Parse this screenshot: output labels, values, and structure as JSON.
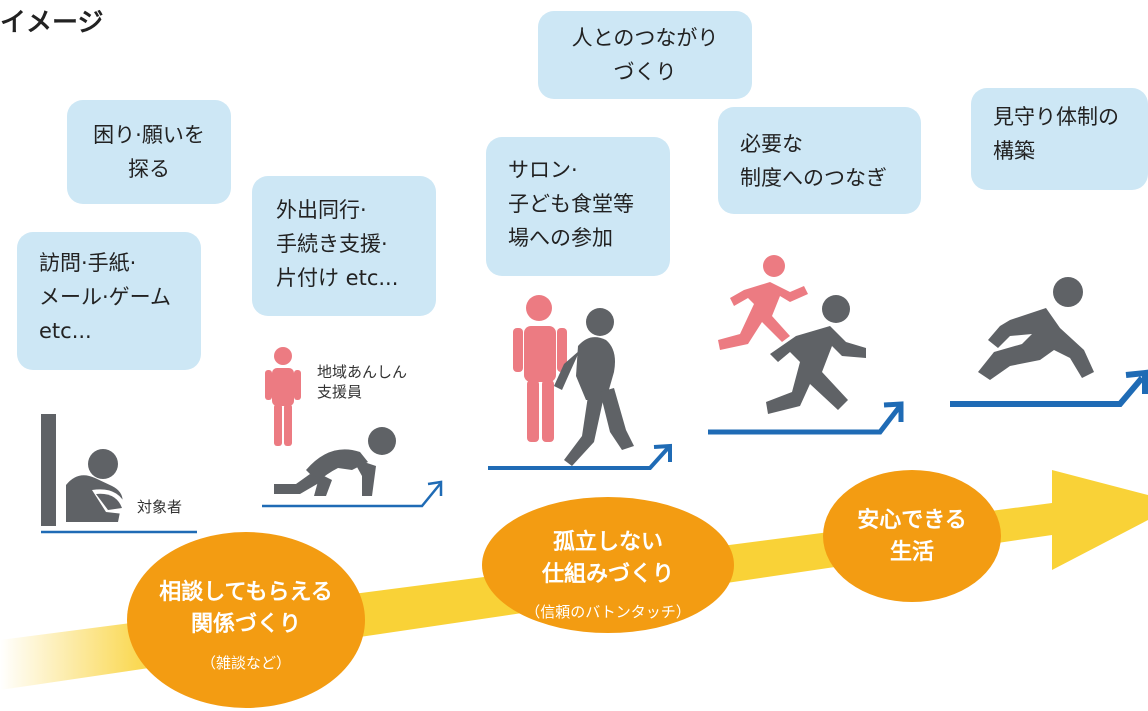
{
  "title": "イメージ",
  "bubbles": [
    {
      "id": "visit",
      "text": "訪問·手紙·\nメール·ゲーム\netc..."
    },
    {
      "id": "explore",
      "text": "困り·願いを\n探る"
    },
    {
      "id": "support",
      "text": "外出同行·\n手続き支援·\n片付け  etc..."
    },
    {
      "id": "salon",
      "text": "サロン·\n子ども食堂等\n場への参加"
    },
    {
      "id": "connect",
      "text": "人とのつながり\nづくり"
    },
    {
      "id": "system",
      "text": "必要な\n制度へのつなぎ"
    },
    {
      "id": "watch",
      "text": "見守り体制の\n構築"
    }
  ],
  "labels": {
    "target": "対象者",
    "supporter": "地域あんしん\n支援員"
  },
  "stages": [
    {
      "main": "相談してもらえる\n関係づくり",
      "sub": "（雑談など）"
    },
    {
      "main": "孤立しない\n仕組みづくり",
      "sub": "（信頼のバトンタッチ）"
    },
    {
      "main": "安心できる\n生活",
      "sub": ""
    }
  ],
  "colors": {
    "bubble": "#cde7f5",
    "person_dark": "#5f6266",
    "person_pink": "#ec7b82",
    "step_blue": "#1f6bb5",
    "ellipse_orange": "#f39c12",
    "arrow_yellow": "#f9d237"
  },
  "icons": [
    "wall-icon",
    "sitting-person-icon",
    "standing-supporter-icon",
    "crawling-person-icon",
    "walking-person-icon",
    "running-person-icon",
    "leaping-person-icon",
    "step-arrow-icon"
  ]
}
